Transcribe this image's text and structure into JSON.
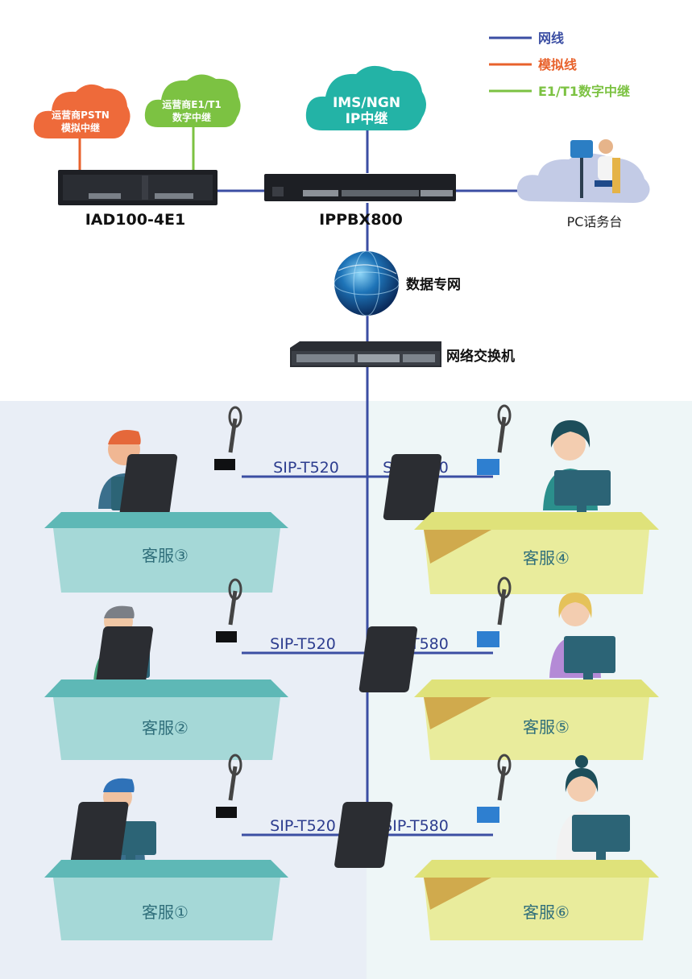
{
  "legend": {
    "items": [
      {
        "label": "网线",
        "color": "#3b4ea3"
      },
      {
        "label": "模拟线",
        "color": "#e8622c"
      },
      {
        "label": "E1/T1数字中继",
        "color": "#7cc242"
      }
    ]
  },
  "clouds": {
    "pstn": {
      "line1": "运营商PSTN",
      "line2": "模拟中继",
      "color": "#ee6a3a"
    },
    "e1": {
      "line1": "运营商E1/T1",
      "line2": "数字中继",
      "color": "#7cc242"
    },
    "ims": {
      "line1": "IMS/NGN",
      "line2": "IP中继",
      "color": "#23b3a6"
    }
  },
  "devices": {
    "iad": "IAD100-4E1",
    "ippbx": "IPPBX800",
    "pc_console": "PC话务台",
    "network": "数据专网",
    "switch": "网络交换机"
  },
  "phones": {
    "left_model": "SIP-T520",
    "right_model": "SIP-T580"
  },
  "desks": {
    "d1": "客服①",
    "d2": "客服②",
    "d3": "客服③",
    "d4": "客服④",
    "d5": "客服⑤",
    "d6": "客服⑥"
  },
  "colors": {
    "net_line": "#3b4ea3",
    "analog_line": "#e8622c",
    "digital_line": "#7cc242",
    "left_desk": "#a5d8d7",
    "right_desk": "#e9ec9c",
    "left_panel": "#e9eef6",
    "right_panel": "#eef6f7"
  }
}
